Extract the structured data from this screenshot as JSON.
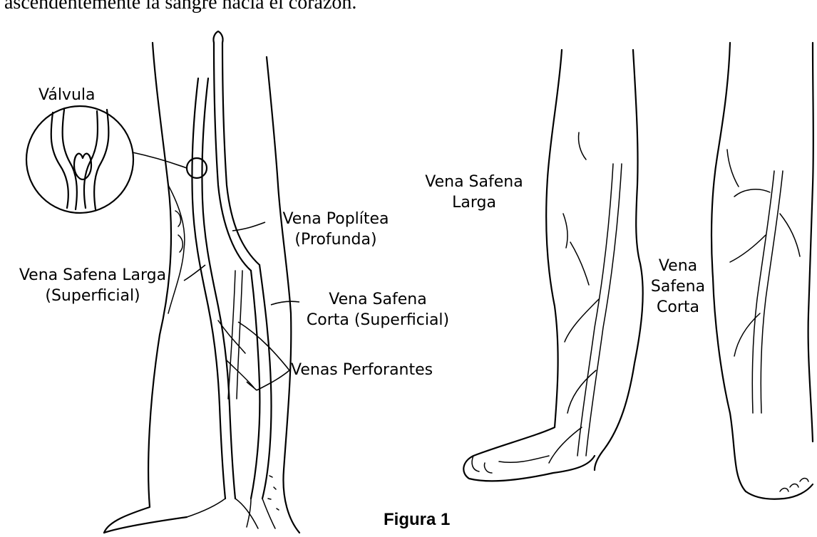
{
  "intro_text": "ascendentemente la sangre hacia el corazón.",
  "labels": {
    "valvula": "Válvula",
    "vena_poplitea": [
      "Vena Poplítea",
      "(Profunda)"
    ],
    "vena_safena_larga_superficial": [
      "Vena Safena Larga",
      "(Superficial)"
    ],
    "vena_safena_corta_superficial": [
      "Vena Safena",
      "Corta (Superficial)"
    ],
    "venas_perforantes": "Venas Perforantes",
    "vena_safena_larga": [
      "Vena Safena",
      "Larga"
    ],
    "vena_safena_corta": [
      "Vena",
      "Safena",
      "Corta"
    ]
  },
  "figure_title": "Figura 1"
}
